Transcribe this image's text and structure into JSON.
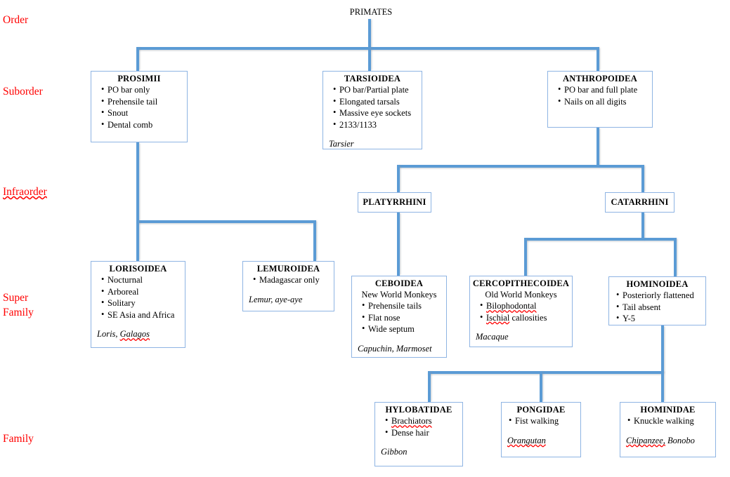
{
  "diagram": {
    "root": {
      "label": "PRIMATES"
    },
    "ranks": [
      {
        "name": "order",
        "label": "Order",
        "misspelled": false
      },
      {
        "name": "suborder",
        "label": "Suborder",
        "misspelled": false
      },
      {
        "name": "infraorder",
        "label": "Infraorder",
        "misspelled": true
      },
      {
        "name": "superfamily",
        "label": "Super\nFamily",
        "misspelled": false
      },
      {
        "name": "family",
        "label": "Family",
        "misspelled": false
      }
    ],
    "nodes": [
      {
        "id": "prosimii",
        "title": "PROSIMII",
        "subtitle": "",
        "traits": [
          {
            "text": "PO bar only",
            "misspelled": false
          },
          {
            "text": "Prehensile tail",
            "misspelled": false
          },
          {
            "text": "Snout",
            "misspelled": false
          },
          {
            "text": "Dental comb",
            "misspelled": false
          }
        ],
        "examples": []
      },
      {
        "id": "tarsioidea",
        "title": "TARSIOIDEA",
        "subtitle": "",
        "traits": [
          {
            "text": "PO bar/Partial plate",
            "misspelled": false
          },
          {
            "text": "Elongated tarsals",
            "misspelled": false
          },
          {
            "text": "Massive eye sockets",
            "misspelled": false
          },
          {
            "text": "2133/1133",
            "misspelled": false
          }
        ],
        "examples": [
          {
            "text": "Tarsier",
            "misspelled": false
          }
        ]
      },
      {
        "id": "anthropoidea",
        "title": "ANTHROPOIDEA",
        "subtitle": "",
        "traits": [
          {
            "text": "PO bar and full plate",
            "misspelled": false
          },
          {
            "text": "Nails on all digits",
            "misspelled": false
          }
        ],
        "examples": []
      },
      {
        "id": "platyrrhini",
        "title": "PLATYRRHINI",
        "subtitle": "",
        "traits": [],
        "examples": []
      },
      {
        "id": "catarrhini",
        "title": "CATARRHINI",
        "subtitle": "",
        "traits": [],
        "examples": []
      },
      {
        "id": "lorisoidea",
        "title": "LORISOIDEA",
        "subtitle": "",
        "traits": [
          {
            "text": "Nocturnal",
            "misspelled": false
          },
          {
            "text": "Arboreal",
            "misspelled": false
          },
          {
            "text": "Solitary",
            "misspelled": false
          },
          {
            "text": "SE Asia and Africa",
            "misspelled": false
          }
        ],
        "examples": [
          {
            "text": "Loris, ",
            "misspelled": false
          },
          {
            "text": "Galagos",
            "misspelled": true
          }
        ]
      },
      {
        "id": "lemuroidea",
        "title": "LEMUROIDEA",
        "subtitle": "",
        "traits": [
          {
            "text": "Madagascar only",
            "misspelled": false
          }
        ],
        "examples": [
          {
            "text": "Lemur, aye-aye",
            "misspelled": false
          }
        ]
      },
      {
        "id": "ceboidea",
        "title": "CEBOIDEA",
        "subtitle": "New World Monkeys",
        "traits": [
          {
            "text": "Prehensile tails",
            "misspelled": false
          },
          {
            "text": "Flat nose",
            "misspelled": false
          },
          {
            "text": "Wide septum",
            "misspelled": false
          }
        ],
        "examples": [
          {
            "text": "Capuchin, Marmoset",
            "misspelled": false
          }
        ]
      },
      {
        "id": "cercopithecoidea",
        "title": "CERCOPITHECOIDEA",
        "subtitle": "Old World Monkeys",
        "traits": [
          {
            "text": "Bilophodontal",
            "misspelled": true
          },
          {
            "text": "Ischial callosities",
            "misspelled": "partial",
            "misspelled_part": "Ischial"
          }
        ],
        "examples": [
          {
            "text": "Macaque",
            "misspelled": false
          }
        ]
      },
      {
        "id": "hominoidea",
        "title": "HOMINOIDEA",
        "subtitle": "",
        "traits": [
          {
            "text": "Posteriorly flattened",
            "misspelled": false
          },
          {
            "text": "Tail absent",
            "misspelled": false
          },
          {
            "text": "Y-5",
            "misspelled": false
          }
        ],
        "examples": []
      },
      {
        "id": "hylobatidae",
        "title": "HYLOBATIDAE",
        "subtitle": "",
        "traits": [
          {
            "text": "Brachiators",
            "misspelled": true
          },
          {
            "text": "Dense hair",
            "misspelled": false
          }
        ],
        "examples": [
          {
            "text": "Gibbon",
            "misspelled": false
          }
        ]
      },
      {
        "id": "pongidae",
        "title": "PONGIDAE",
        "subtitle": "",
        "traits": [
          {
            "text": "Fist walking",
            "misspelled": false
          }
        ],
        "examples": [
          {
            "text": "Orangutan ",
            "misspelled": true
          }
        ]
      },
      {
        "id": "hominidae",
        "title": "HOMINIDAE",
        "subtitle": "",
        "traits": [
          {
            "text": "Knuckle walking",
            "misspelled": false
          }
        ],
        "examples": [
          {
            "text": "Chipanzee,",
            "misspelled": true
          },
          {
            "text": " Bonobo",
            "misspelled": false
          }
        ]
      }
    ],
    "colors": {
      "connector": "#5B9BD5",
      "box_border": "#8EB4E3",
      "rank_label": "#FF0000",
      "spellcheck": "#FF0000",
      "background": "#FFFFFF"
    }
  }
}
